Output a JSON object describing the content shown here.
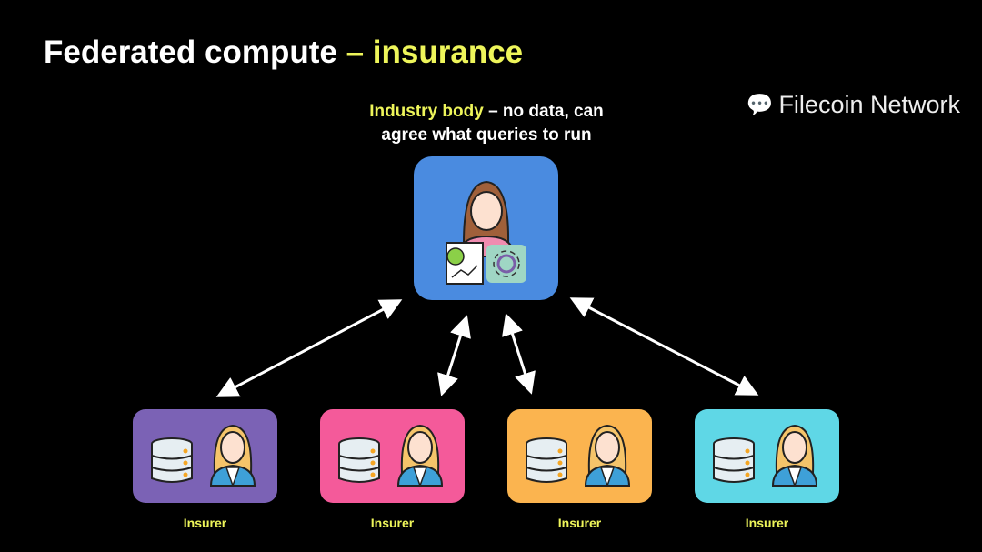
{
  "title": {
    "main": "Federated compute",
    "accent": "– insurance"
  },
  "caption": {
    "highlight": "Industry body",
    "line1_rest": " – no data, can",
    "line2": "agree what queries to run"
  },
  "insurers": [
    {
      "label": "Insurer",
      "color": "#7b62b5"
    },
    {
      "label": "Insurer",
      "color": "#f45a9a"
    },
    {
      "label": "Insurer",
      "color": "#fbb44f"
    },
    {
      "label": "Insurer",
      "color": "#5fd7e6"
    }
  ],
  "industry_body_color": "#4a8be0",
  "watermark": "Filecoin Network"
}
